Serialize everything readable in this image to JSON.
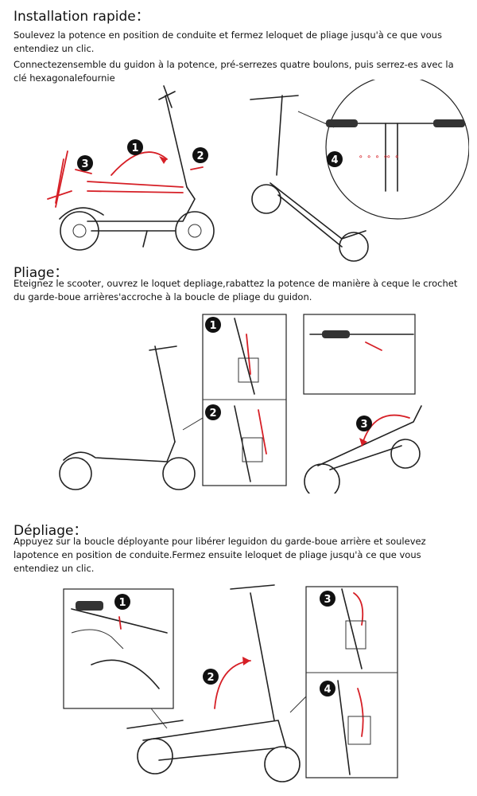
{
  "sections": {
    "install": {
      "title": "Installation rapide：",
      "p1": "Soulevez la potence en position de conduite et fermez leloquet de pliage jusqu'à ce que vous entendiez un clic.",
      "p2": "Connectezensemble du guidon à la potence, pré-serrezes quatre boulons, puis serrez-es avec la clé hexagonalefournie"
    },
    "fold": {
      "title": "Pliage：",
      "p1": "Eteignez le scooter, ouvrez le loquet depliage,rabattez la potence de manière à ceque le crochet du garde-boue arrières'accroche à la boucle de pliage du guidon."
    },
    "unfold": {
      "title": "Dépliage：",
      "p1": "Appuyez sur la boucle déployante pour libérer leguidon du garde-boue arrière et soulevez lapotence en position de conduite.Fermez ensuite leloquet de pliage jusqu'à ce que vous entendiez un clic."
    }
  },
  "steps": [
    "1",
    "2",
    "3",
    "4"
  ],
  "colors": {
    "accent": "#d61f26",
    "ink": "#222222",
    "step_badge": "#111111"
  },
  "icons": [
    "scooter-illustration",
    "folding-latch-detail",
    "handlebar-bolt-detail",
    "curved-arrow"
  ]
}
